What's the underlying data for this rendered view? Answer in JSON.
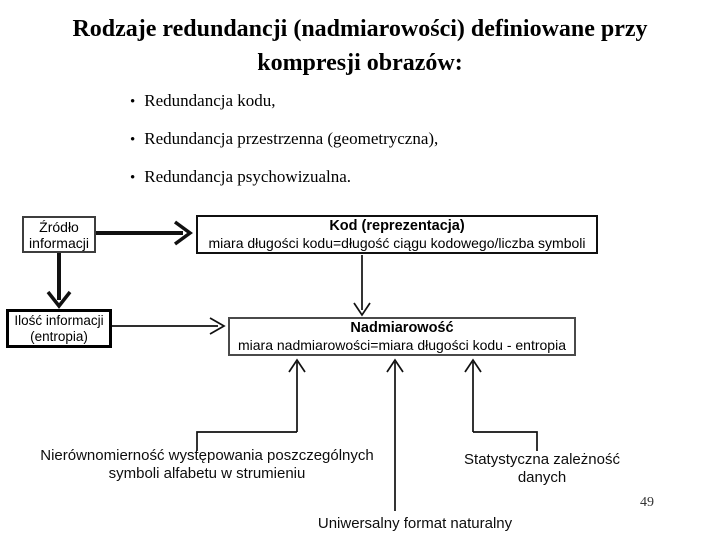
{
  "slide": {
    "title": {
      "line1": "Rodzaje redundancji (nadmiarowości) definiowane przy",
      "line2": "kompresji obrazów:"
    },
    "bullet_char": "•",
    "bullets": [
      "Redundancja kodu,",
      "Redundancja przestrzenna (geometryczna),",
      "Redundancja psychowizualna."
    ],
    "page_number": "49"
  },
  "diagram": {
    "source_box": {
      "line1": "Źródło",
      "line2": "informacji"
    },
    "code_box": {
      "title": "Kod (reprezentacja)",
      "formula": "miara długości kodu=długość ciągu kodowego/liczba symboli"
    },
    "entropy_box": {
      "line1": "Ilość informacji",
      "line2": "(entropia)"
    },
    "redundancy_box": {
      "title": "Nadmiarowość",
      "formula": "miara nadmiarowości=miara długości kodu - entropia"
    },
    "labels": {
      "uneven_symbols": "Nierównomierność występowania poszczególnych symboli alfabetu w strumieniu",
      "statistical_dependency": "Statystyczna zależność danych",
      "universal_format": "Uniwersalny format naturalny"
    },
    "colors": {
      "line": "#111111",
      "text": "#000000",
      "background": "#ffffff"
    }
  }
}
